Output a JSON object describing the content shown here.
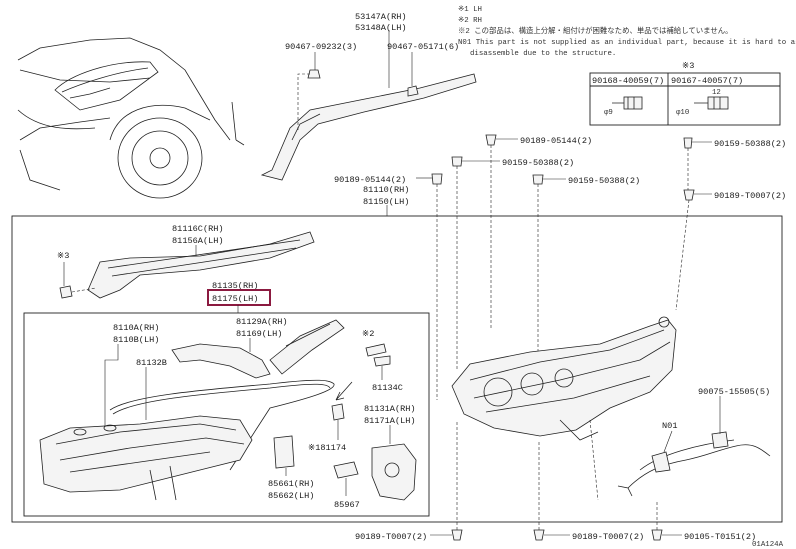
{
  "notes": {
    "n1": "※1  LH",
    "n2": "※2  RH",
    "n3": "※2 この部品は、構造上分解・組付けが困難なため、単品では補給していません。",
    "n4": "N01 This part is not supplied as an individual part, because it is hard to assemble/",
    "n5": "disassemble due to the structure."
  },
  "fastener_table": {
    "title": "※3",
    "col1": "90168-40059(7)",
    "col2": "90167-40057(7)",
    "dim1": "φ9",
    "dim2": "φ10",
    "dim3": "12"
  },
  "labels": {
    "p53147a": "53147A(RH)",
    "p53148a": "53148A(LH)",
    "p90467a": "90467-09232(3)",
    "p90467b": "90467-05171(6)",
    "p90189a": "90189-05144(2)",
    "p90159a": "90159-50388(2)",
    "p90159b": "90159-50388(2)",
    "p90159c": "90159-50388(2)",
    "p90189b": "90189-05144(2)",
    "p90189t": "90189-T0007(2)",
    "p81110": "81110(RH)",
    "p81150": "81150(LH)",
    "p81116c": "81116C(RH)",
    "p81156a": "81156A(LH)",
    "ref3": "※3",
    "p81135": "81135(RH)",
    "p81175": "81175(LH)",
    "p8110a": "8110A(RH)",
    "p8110b": "8110B(LH)",
    "p81129a": "81129A(RH)",
    "p81169": "81169(LH)",
    "p81132b": "81132B",
    "ref2": "※2",
    "p81134c": "81134C",
    "p81131a": "81131A(RH)",
    "p81171a": "81171A(LH)",
    "p81174": "※181174",
    "p85661": "85661(RH)",
    "p85662": "85662(LH)",
    "p85967": "85967",
    "p90075": "90075-15505(5)",
    "n01": "N01",
    "b1": "90189-T0007(2)",
    "b2": "90189-T0007(2)",
    "b3": "90105-T0151(2)",
    "code": "01A124A"
  }
}
